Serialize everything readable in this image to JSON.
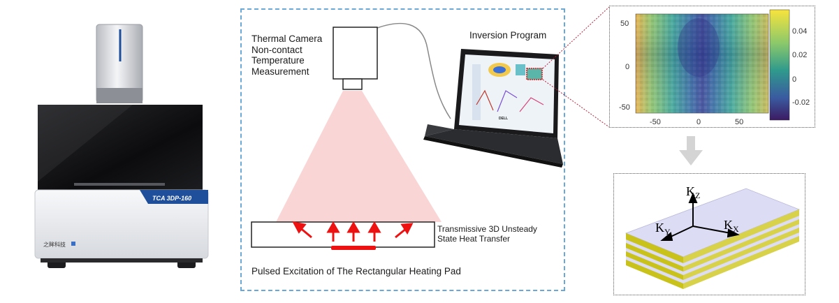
{
  "device": {
    "model_label": "TCA 3DP-160",
    "brand_text": "之眸科技"
  },
  "diagram": {
    "camera_label": [
      "Thermal Camera",
      "Non-contact",
      "Temperature",
      "Measurement"
    ],
    "program_label": "Inversion Program",
    "transfer_label": [
      "Transmissive 3D Unsteady",
      "State Heat Transfer"
    ],
    "pad_label": "Pulsed Excitation of The Rectangular Heating Pad",
    "laptop_brand": "DELL"
  },
  "heatmap": {
    "y_ticks": [
      "50",
      "0",
      "-50"
    ],
    "x_ticks": [
      "-50",
      "0",
      "50"
    ],
    "colorbar_ticks": [
      "0.04",
      "0.02",
      "0",
      "-0.02"
    ]
  },
  "layers": {
    "axis_labels": {
      "z": "K",
      "z_sub": "Z",
      "x": "K",
      "x_sub": "X",
      "y": "K",
      "y_sub": "Y"
    }
  },
  "colors": {
    "dashed_border": "#6aa8d8",
    "beam": "#f5b3b3",
    "arrow": "#ee1111",
    "device_blue": "#1f4e9a",
    "layer_gold": "#c8c21a",
    "layer_lavender": "#dcdcf5"
  }
}
